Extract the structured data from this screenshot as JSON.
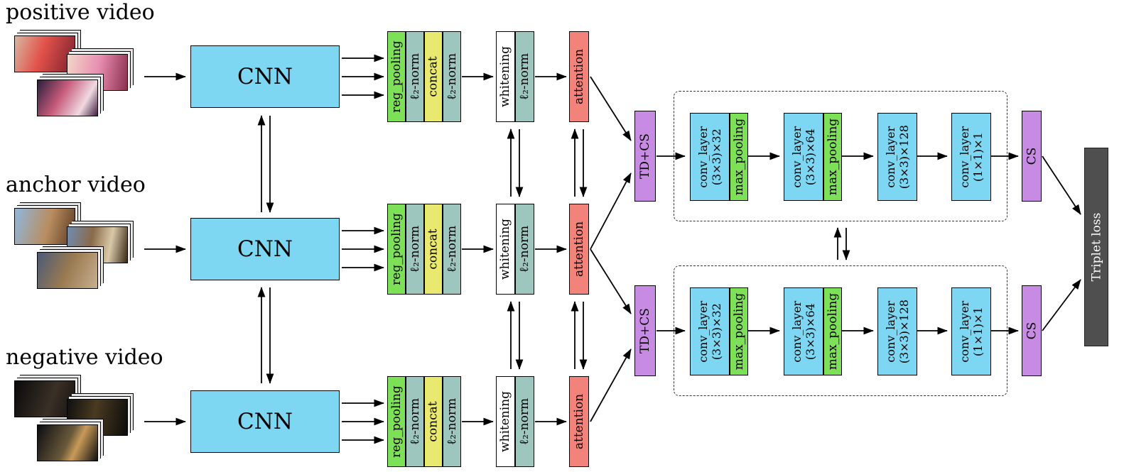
{
  "branches": [
    {
      "label": "positive video",
      "cnn": "CNN",
      "stack1": [
        "reg_pooling",
        "ℓ₂-norm",
        "concat",
        "ℓ₂-norm"
      ],
      "stack2": [
        "whitening",
        "ℓ₂-norm"
      ],
      "attention": "attention"
    },
    {
      "label": "anchor video",
      "cnn": "CNN",
      "stack1": [
        "reg_pooling",
        "ℓ₂-norm",
        "concat",
        "ℓ₂-norm"
      ],
      "stack2": [
        "whitening",
        "ℓ₂-norm"
      ],
      "attention": "attention"
    },
    {
      "label": "negative video",
      "cnn": "CNN",
      "stack1": [
        "reg_pooling",
        "ℓ₂-norm",
        "concat",
        "ℓ₂-norm"
      ],
      "stack2": [
        "whitening",
        "ℓ₂-norm"
      ],
      "attention": "attention"
    }
  ],
  "fusion": {
    "td_cs": "TD+CS",
    "cs": "CS"
  },
  "conv_blocks": [
    {
      "name": "conv_layer",
      "size": "(3×3)×32",
      "pool": "max_pooling"
    },
    {
      "name": "conv_layer",
      "size": "(3×3)×64",
      "pool": "max_pooling"
    },
    {
      "name": "conv_layer",
      "size": "(3×3)×128",
      "pool": ""
    },
    {
      "name": "conv_layer",
      "size": "(1×1)×1",
      "pool": ""
    }
  ],
  "output": {
    "label": "Triplet loss"
  },
  "colors": {
    "block_blue": "#7ed7f2",
    "pool_green": "#7de157",
    "norm_teal": "#9cc6be",
    "concat_yellow": "#e9e96f",
    "whitening_white": "#ffffff",
    "attention_red": "#f2837b",
    "similarity_purple": "#c88be3",
    "loss_gray": "#4f4f4f"
  }
}
